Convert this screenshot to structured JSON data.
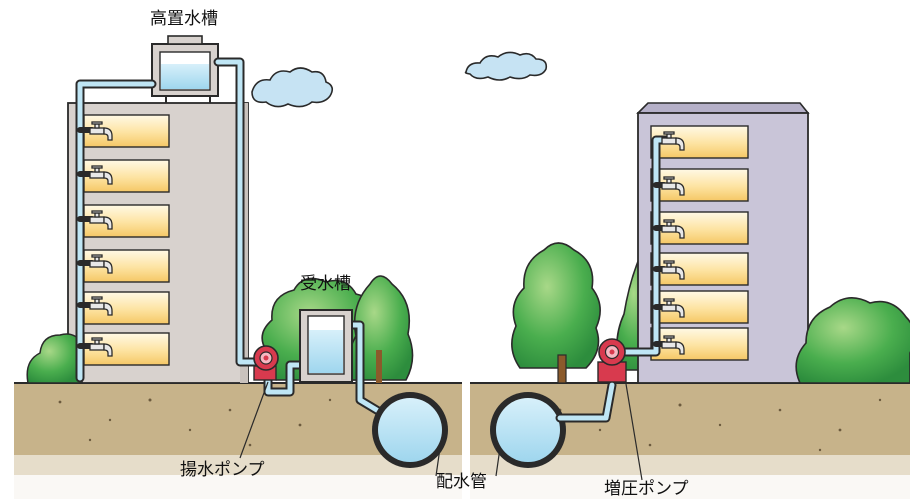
{
  "labels": {
    "elevated_tank": "高置水槽",
    "receiving_tank": "受水槽",
    "lifting_pump": "揚水ポンプ",
    "distribution_main": "配水管",
    "booster_pump": "増圧ポンプ"
  },
  "colors": {
    "sky_blue": "#bfe6f5",
    "pipe_fill": "#bfe6f5",
    "building_left": "#d9d3cf",
    "building_right": "#c8c4d6",
    "window_gold": "#fce7a8",
    "ground": "#c8b48c",
    "tree_green": "#3fa84a",
    "pump_red": "#d83a4e"
  }
}
